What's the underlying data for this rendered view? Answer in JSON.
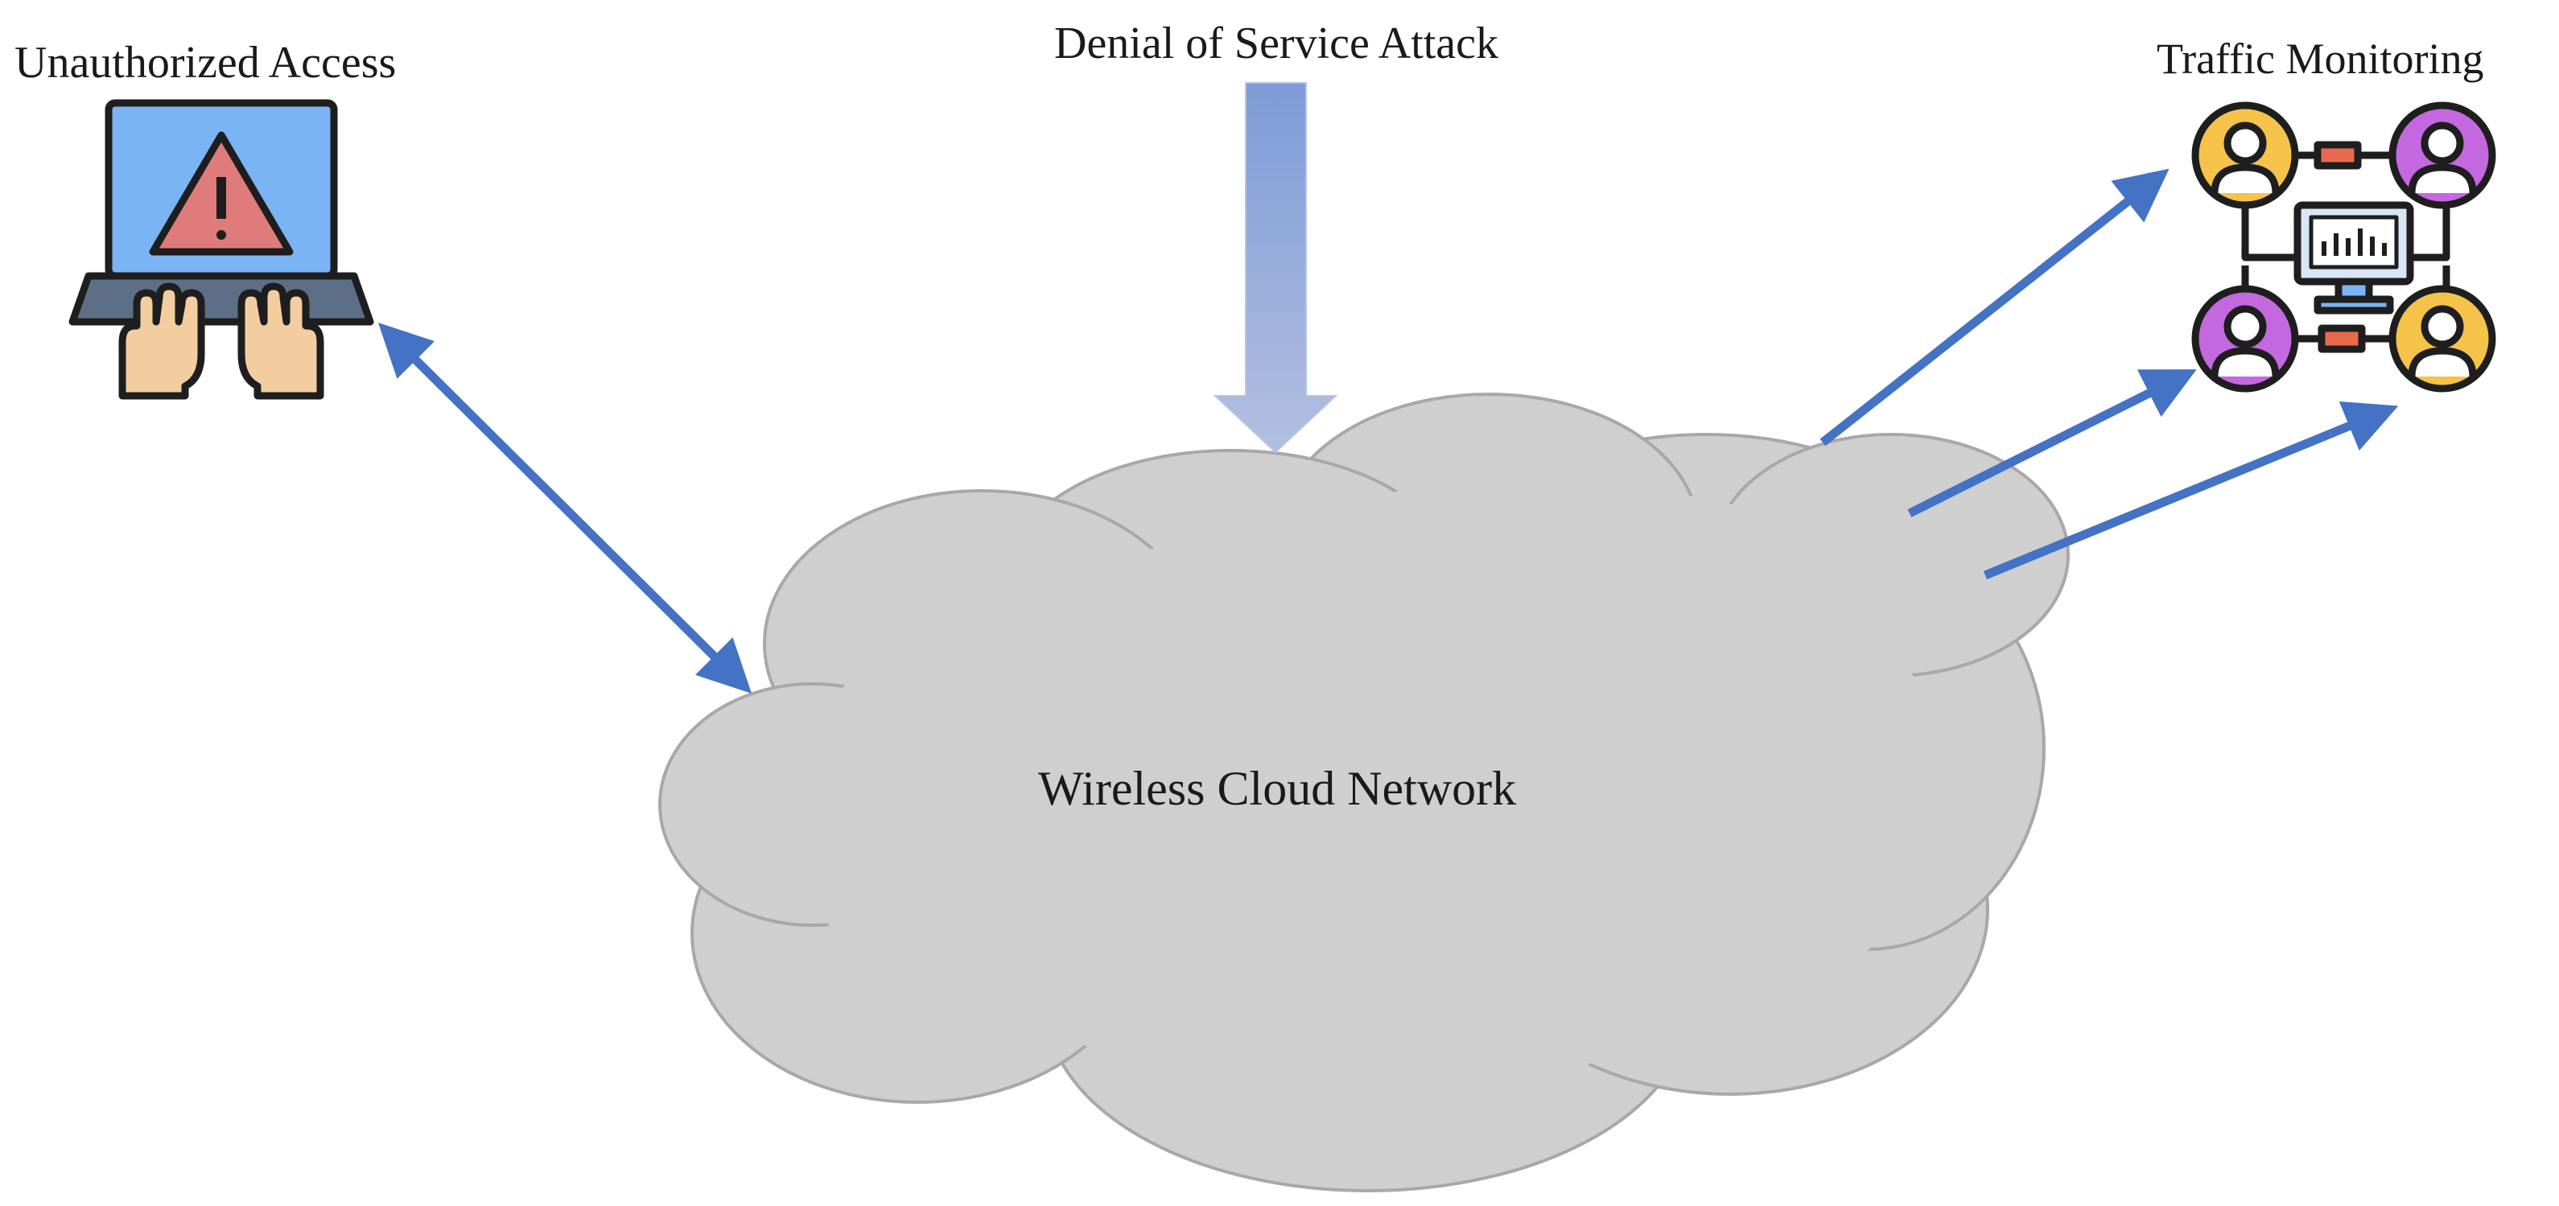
{
  "labels": {
    "unauthorized_access": "Unauthorized Access",
    "denial_of_service": "Denial of Service Attack",
    "traffic_monitoring": "Traffic Monitoring",
    "cloud": "Wireless Cloud Network"
  },
  "icons": {
    "laptop": "hacker-laptop-icon",
    "monitoring": "network-monitoring-icon",
    "cloud": "cloud-shape"
  },
  "colors": {
    "arrow_blue": "#4472c4",
    "dos_arrow_top": "#7e9bd8",
    "dos_arrow_bottom": "#aebbde",
    "cloud_fill": "#cfcfcf",
    "cloud_stroke": "#a8a8a8",
    "laptop_screen": "#7ab4f4",
    "warning_red": "#e07b7b",
    "laptop_base": "#5c6f86",
    "skin": "#f3cda0",
    "user_yellow": "#f5c34a",
    "user_purple": "#c468e0",
    "link_red": "#e86a4e"
  }
}
